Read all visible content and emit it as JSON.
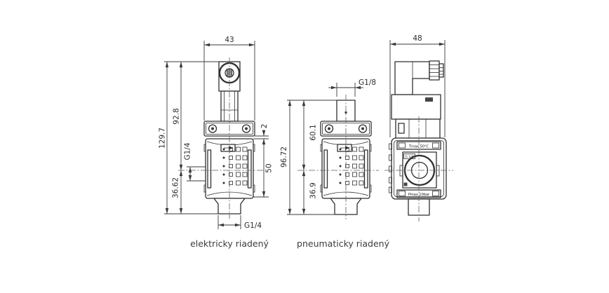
{
  "page": {
    "background_color": "#ffffff",
    "line_color": "#2f2f2f"
  },
  "captions": {
    "electric": "elektricky riadený",
    "pneumatic": "pneumaticky riadený"
  },
  "electric_dims": {
    "top_width": "43",
    "total_height": "129.7",
    "upper_height": "92.8",
    "lower_height": "36.62",
    "side_port": "G1/4",
    "flange_gap": "2",
    "body_height": "50",
    "bottom_port": "G1/4"
  },
  "pneumatic_dims": {
    "pilot_port": "G1/8",
    "total_height": "96.72",
    "upper_height": "60.1",
    "lower_height": "36.9"
  },
  "side_view_dims": {
    "width": "48"
  },
  "side_view_labels": {
    "temperature": "Tmax 50°C",
    "pressure": "Pmax 10bar",
    "port": "G 1/4"
  }
}
